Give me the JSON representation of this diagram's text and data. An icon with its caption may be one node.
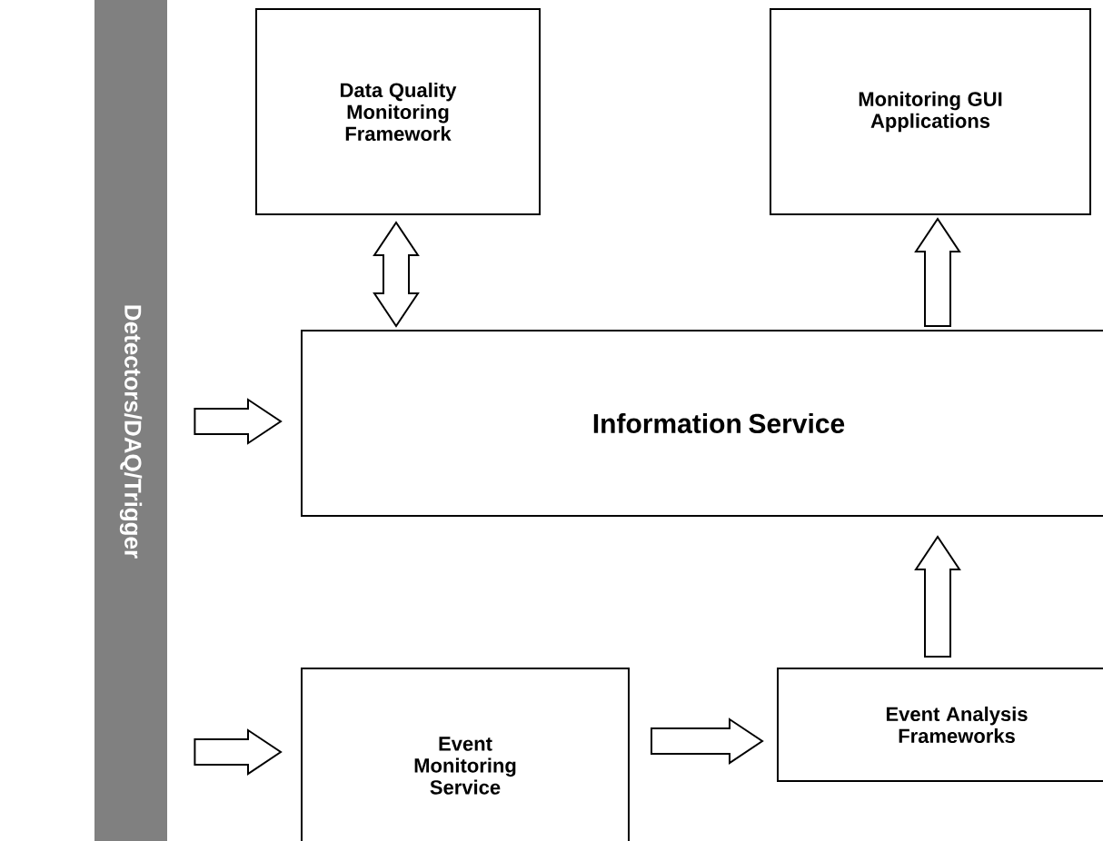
{
  "diagram": {
    "nodes": [
      {
        "text": [
          "Detectors/DAQ/Trigger"
        ]
      },
      {
        "text": [
          "Data Quality Monitoring Framework"
        ]
      },
      {
        "text": [
          "Monitoring GUI Applications"
        ]
      },
      {
        "text": [
          "Information Service"
        ]
      },
      {
        "text": [
          "Event Monitoring Service"
        ]
      },
      {
        "text": [
          "Event Analysis Frameworks"
        ]
      }
    ],
    "edges": [
      {
        "from": 0,
        "to": 3,
        "arrow": "to"
      },
      {
        "from": 0,
        "to": 4,
        "arrow": "to"
      },
      {
        "from": 4,
        "to": 5,
        "arrow": "to"
      },
      {
        "from": 5,
        "to": 3,
        "arrow": "to"
      },
      {
        "from": 3,
        "to": 2,
        "arrow": "to"
      },
      {
        "from": 1,
        "to": 3,
        "arrow": "both"
      }
    ]
  }
}
